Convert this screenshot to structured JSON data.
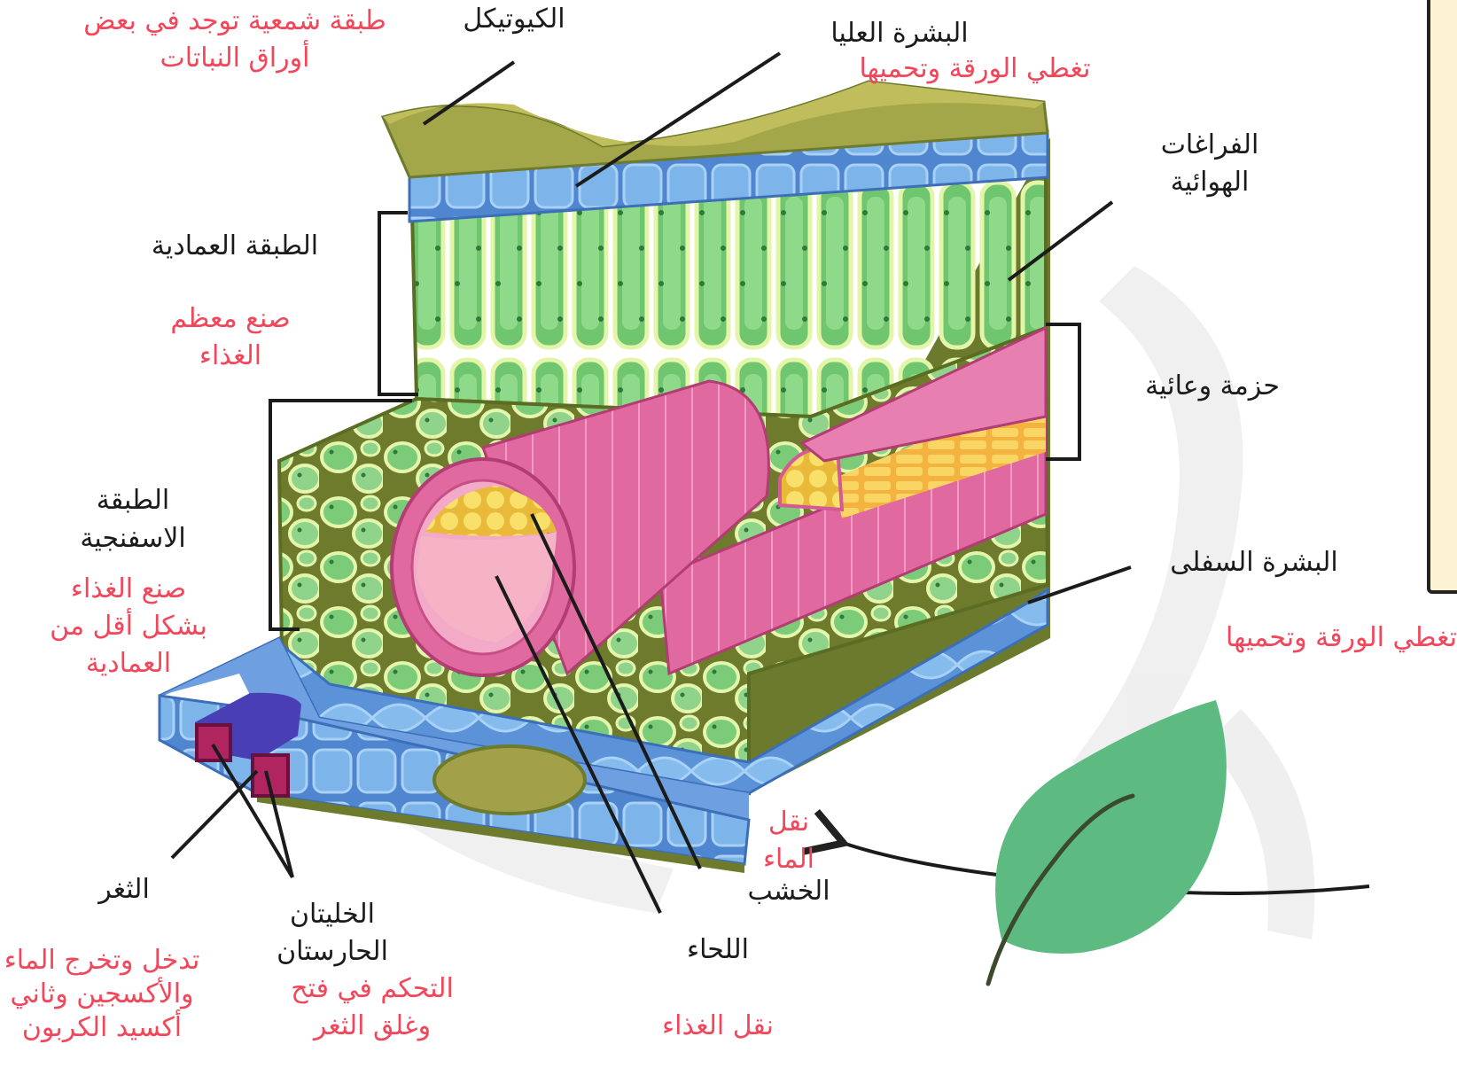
{
  "labels": {
    "cuticle": {
      "name": "الكيوتيكل",
      "desc_line1": "طبقة شمعية توجد في بعض",
      "desc_line2": "أوراق النباتات"
    },
    "upper_epidermis": {
      "name": "البشرة العليا",
      "desc": "تغطي الورقة وتحميها"
    },
    "air_spaces": {
      "line1": "الفراغات",
      "line2": "الهوائية"
    },
    "palisade": {
      "name": "الطبقة العمادية",
      "desc_line1": "صنع معظم",
      "desc_line2": "الغذاء"
    },
    "vascular_bundle": {
      "name": "حزمة وعائية"
    },
    "spongy": {
      "name_line1": "الطبقة",
      "name_line2": "الاسفنجية",
      "desc_line1": "صنع الغذاء",
      "desc_line2": "بشكل أقل من",
      "desc_line3": "العمادية"
    },
    "lower_epidermis": {
      "name": "البشرة السفلى",
      "desc": "تغطي الورقة وتحميها"
    },
    "stoma": {
      "name": "الثغر",
      "desc_line1": "تدخل وتخرج الماء",
      "desc_line2": "والأكسجين وثاني",
      "desc_line3": "أكسيد الكربون"
    },
    "guard_cells": {
      "name_line1": "الخليتان",
      "name_line2": "الحارستان",
      "desc_line1": "التحكم في فتح",
      "desc_line2": "وغلق الثغر"
    },
    "phloem": {
      "name": "اللحاء",
      "desc": "نقل الغذاء"
    },
    "xylem": {
      "name": "الخشب",
      "desc_line1": "نقل",
      "desc_line2": "الماء"
    }
  },
  "colors": {
    "label_text": "#1b1b1b",
    "function_text": "#f2465a",
    "cuticle": "#9aa044",
    "epidermis": "#6fa8e6",
    "palisade": "#7fcf7a",
    "spongy": "#8fd48a",
    "vein": "#e8609a",
    "xylem_core": "#f6d44a",
    "leaf_icon": "#5dbb82"
  }
}
